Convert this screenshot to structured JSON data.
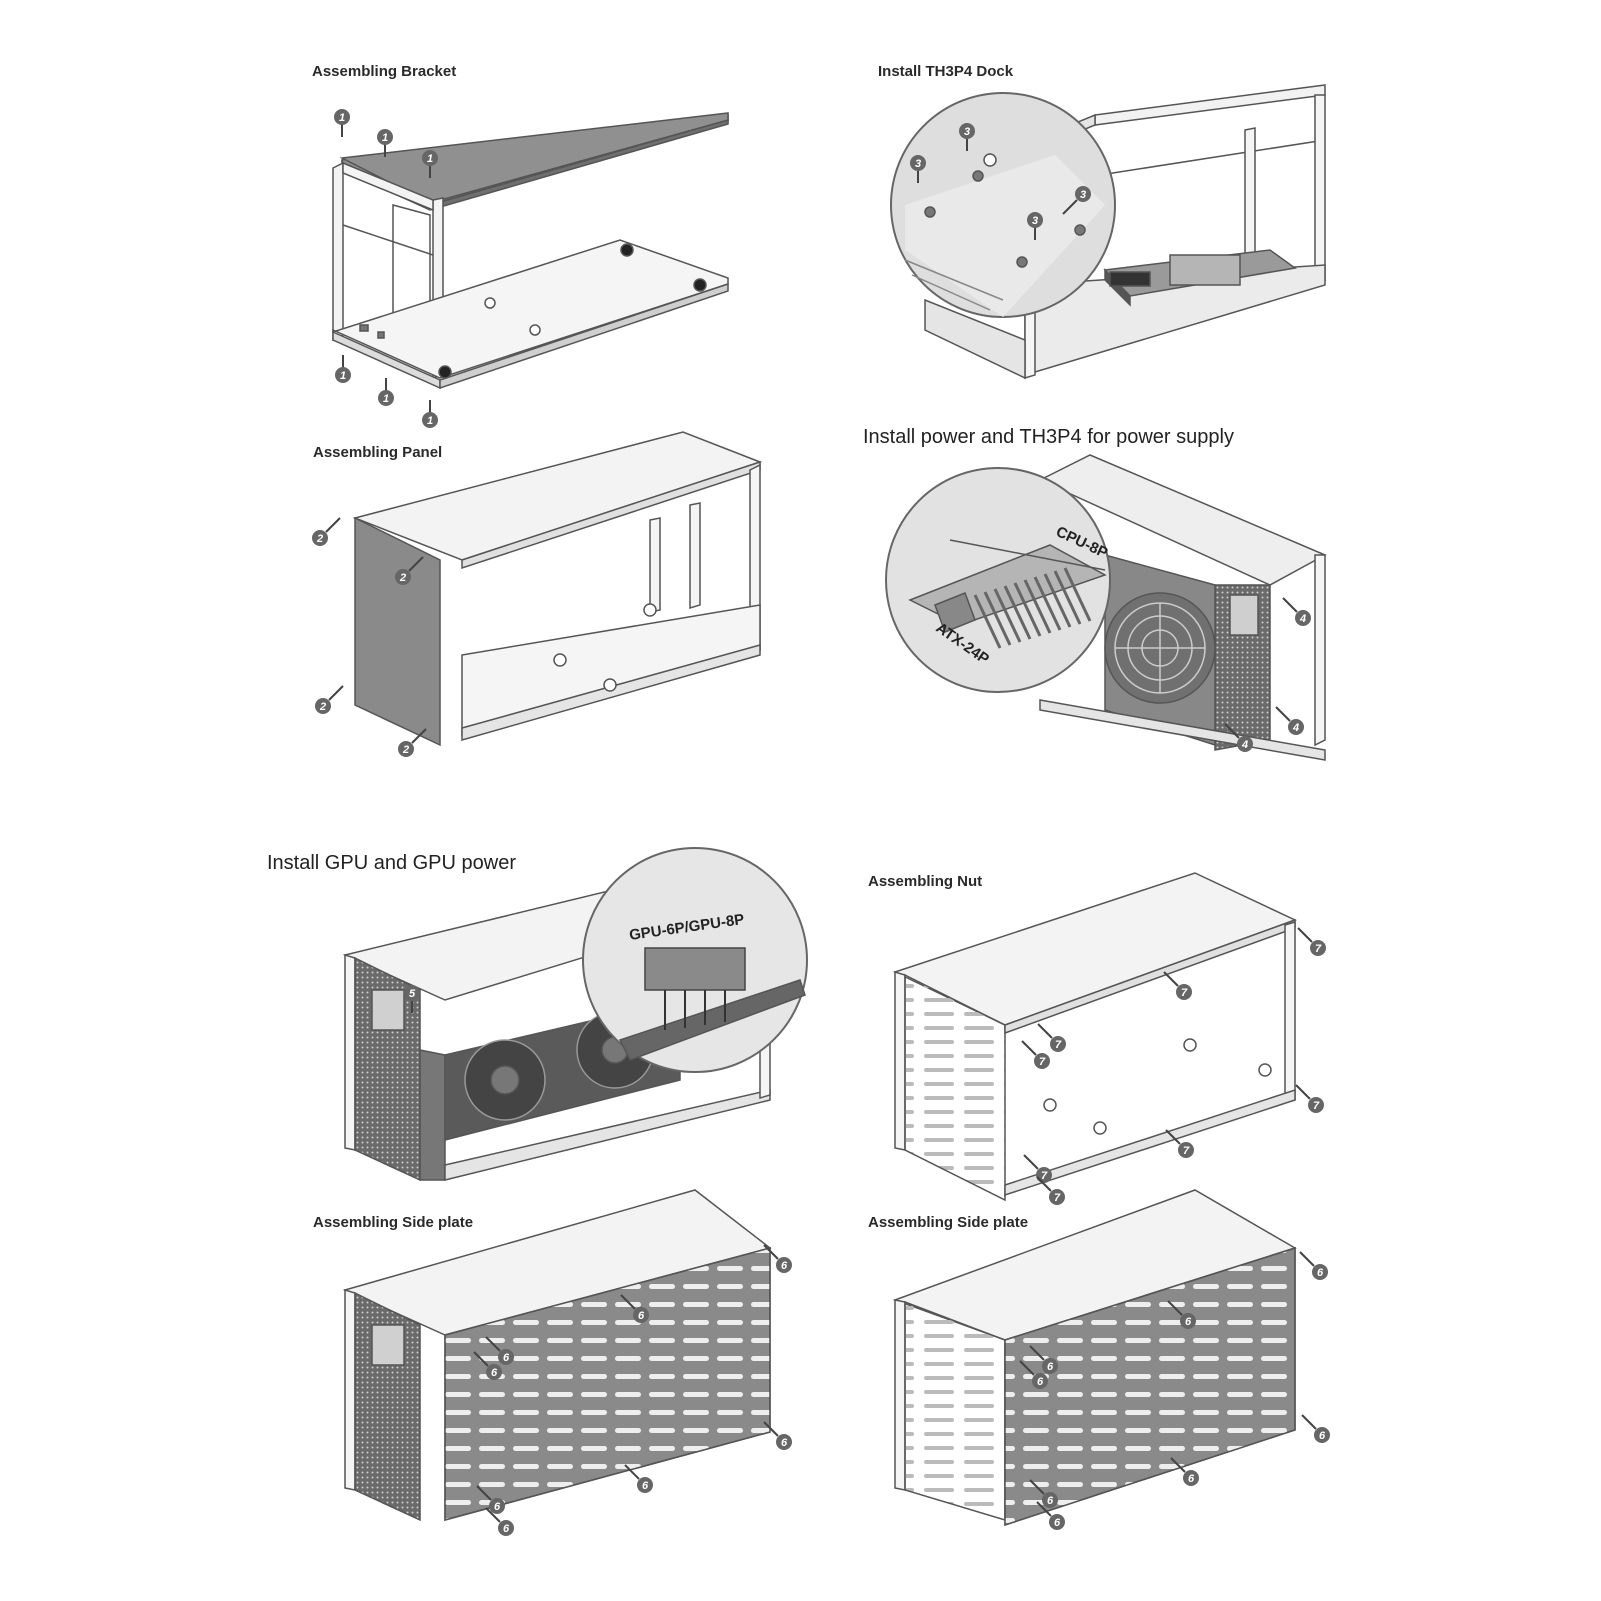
{
  "steps": [
    {
      "title": "Assembling Bracket",
      "badge": "1"
    },
    {
      "title": "Install TH3P4 Dock",
      "badge": "3"
    },
    {
      "title": "Assembling Panel",
      "badge": "2"
    },
    {
      "title": "Install power and TH3P4 for power supply",
      "badge": "4"
    },
    {
      "title": "Install GPU and GPU power",
      "badge": "5"
    },
    {
      "title": "Assembling Nut",
      "badge": "7"
    },
    {
      "title": "Assembling Side plate",
      "badge": "6"
    },
    {
      "title": "Assembling Side plate",
      "badge": "6"
    }
  ],
  "callouts": {
    "cpu": "CPU-8P",
    "atx": "ATX-24P",
    "gpu": "GPU-6P/GPU-8P"
  },
  "colors": {
    "panel": "#8a8a8a",
    "frame": "#f2f2f2",
    "line": "#555555",
    "badge": "#666666"
  }
}
